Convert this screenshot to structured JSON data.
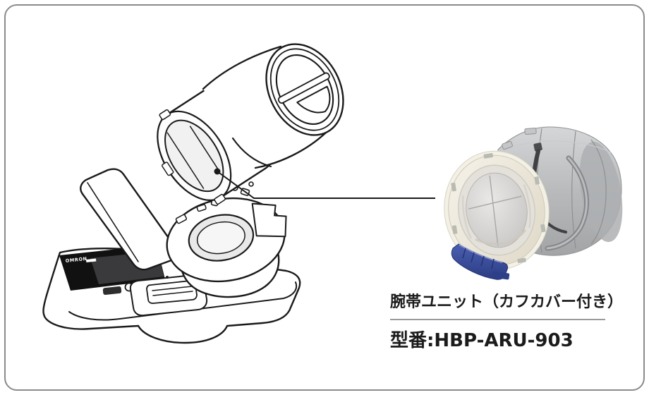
{
  "frame": {
    "background": "#ffffff",
    "border_color": "#8a8a8a"
  },
  "illustration": {
    "name": "blood-pressure-monitor-cuff-removal-line-art",
    "logo_text": "OMRON"
  },
  "photo": {
    "name": "arm-cuff-unit-photo"
  },
  "callout": {
    "product_label": "腕帯ユニット（カフカバー付き）",
    "model_label": "型番:HBP-ARU-903"
  },
  "colors": {
    "line_art_stroke": "#1a1a1a",
    "display_black": "#111111",
    "screen_gray": "#3a3a3c",
    "photo_body_gray": "#b5b7b9",
    "photo_ring_cream": "#ece7da",
    "connector_blue": "#3a4f9e",
    "divider_gray": "#9a9a9a"
  }
}
